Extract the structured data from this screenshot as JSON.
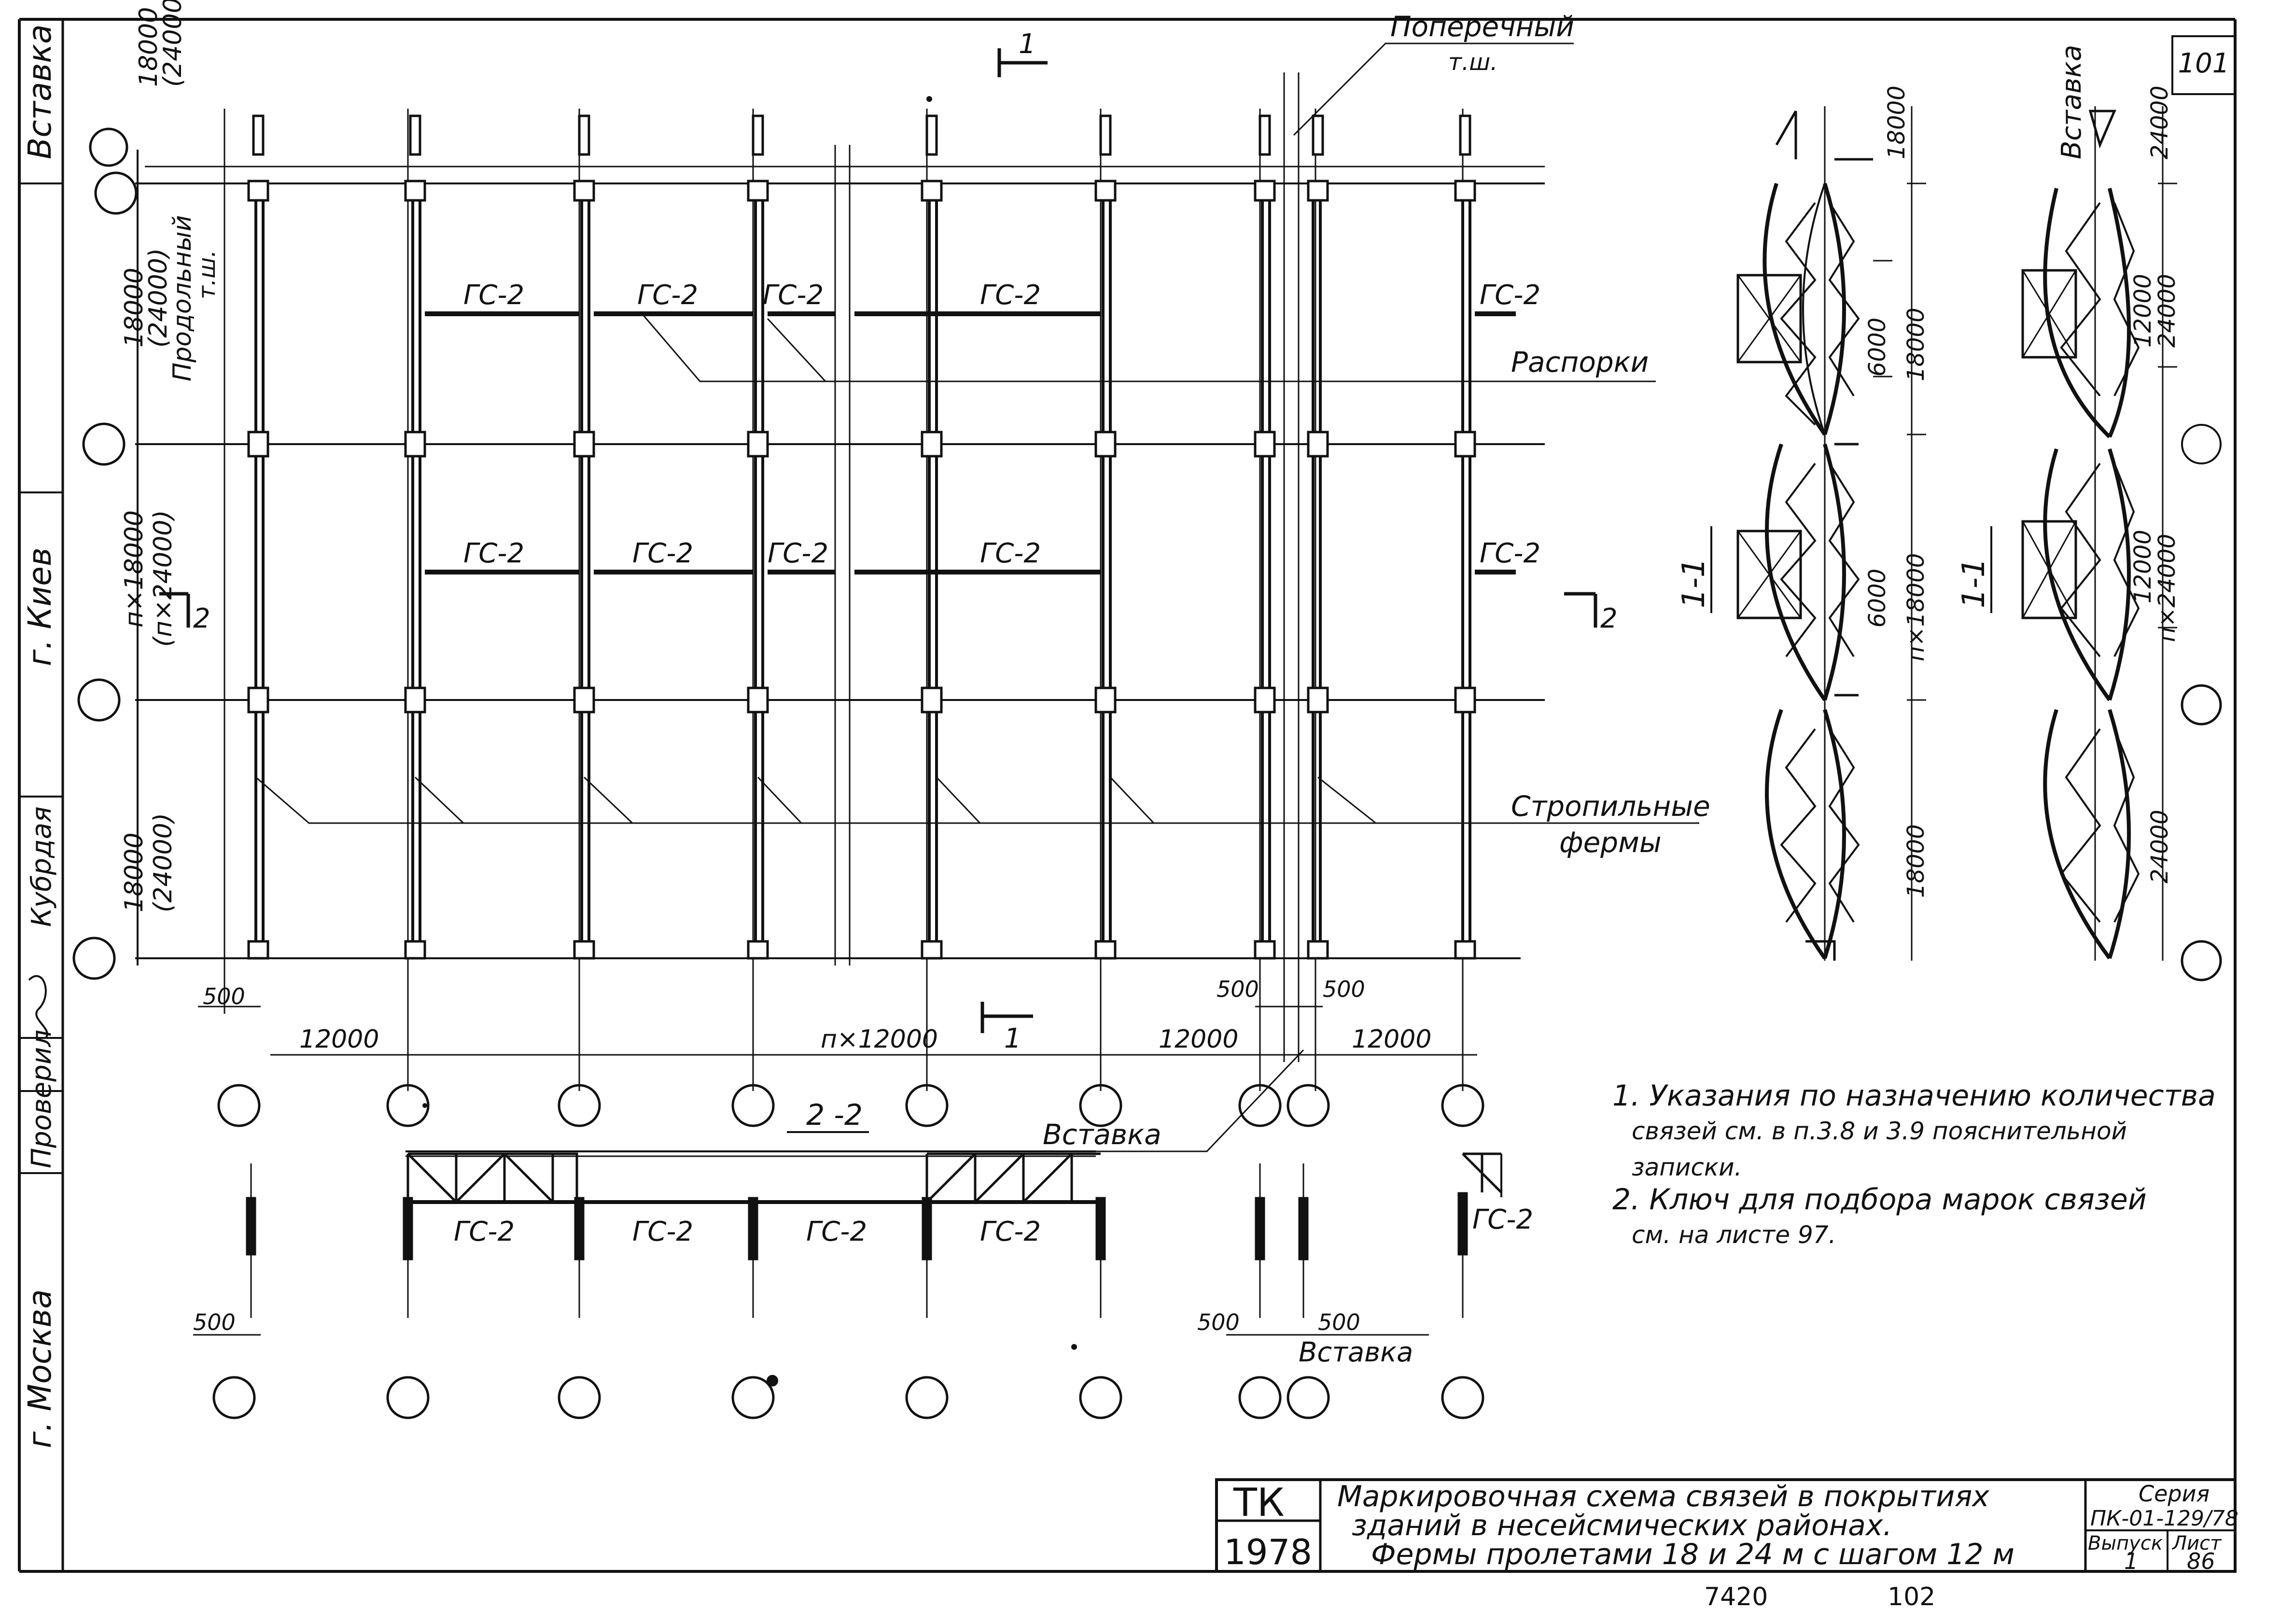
{
  "sheet_number": "101",
  "left_stamps": [
    "Вставка",
    "г. Киев",
    "Кубрдая",
    "Проверил",
    "г. Москва"
  ],
  "labels": {
    "transverse": "Поперечный",
    "transverse_short": "т.ш.",
    "longitudinal": "Продольный",
    "longitudinal_short": "т.ш.",
    "struts": "Распорки",
    "rafter_trusses_1": "Стропильные",
    "rafter_trusses_2": "фермы",
    "insert": "Вставка",
    "gs2": "ГС-2",
    "section_1": "1",
    "section_2": "2",
    "section_11": "1-1",
    "section_22": "2 -2"
  },
  "plan_dims": {
    "span_a": "18000",
    "span_a_alt": "(24000)",
    "span_n": "п×18000",
    "span_n_alt": "(п×24000)",
    "d500": "500",
    "d12000": "12000",
    "d_n12000": "п×12000"
  },
  "section_dims": {
    "d18000": "18000",
    "d6000": "6000",
    "d_n18000": "п×18000",
    "d24000": "24000",
    "d12000": "12000",
    "d_n24000": "п×24000"
  },
  "notes": [
    "1. Указания по назначению количества",
    "связей см. в п.3.8 и 3.9 пояснительной",
    "записки.",
    "2. Ключ для подбора марок связей",
    "см. на листе 97."
  ],
  "title_block": {
    "org": "ТК",
    "year": "1978",
    "title_line1": "Маркировочная схема связей в покрытиях",
    "title_line2": "зданий в несейсмических районах.",
    "title_line3": "Фермы пролетами 18 и 24 м с шагом 12 м",
    "series_label": "Серия",
    "series_value": "ПК-01-129/78",
    "issue_label": "Выпуск",
    "issue_value": "1",
    "sheet_label": "Лист",
    "sheet_value": "86"
  },
  "bottom_numbers": [
    "7420",
    "102"
  ]
}
